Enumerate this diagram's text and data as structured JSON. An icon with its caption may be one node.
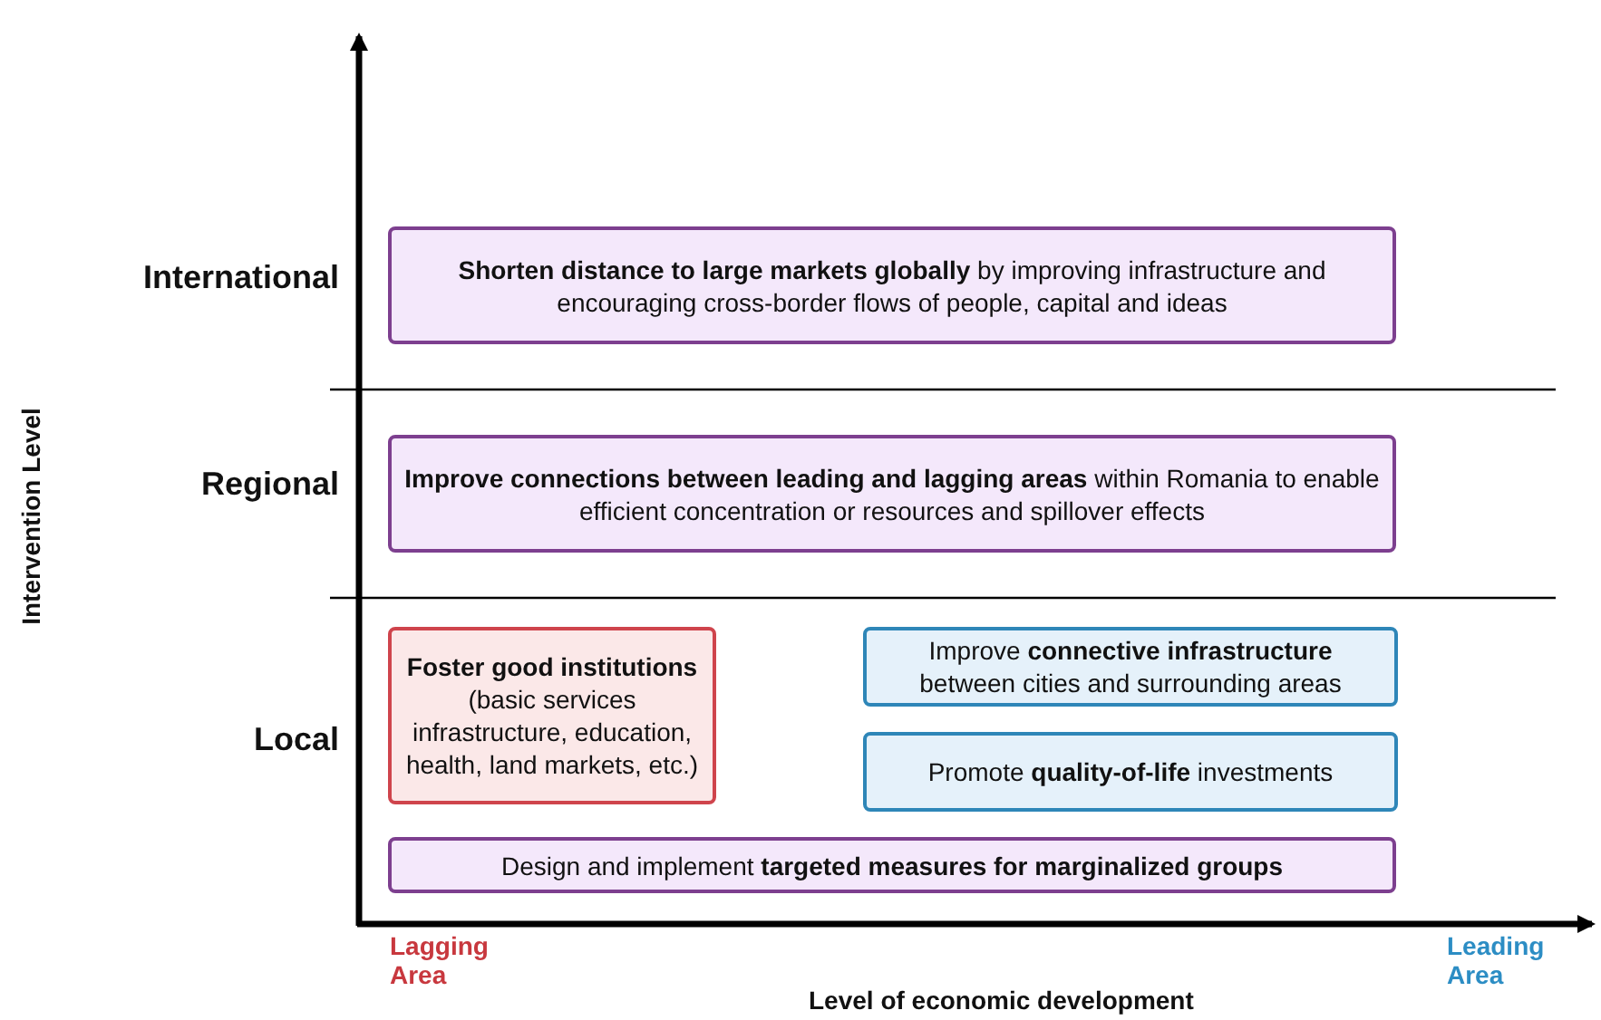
{
  "diagram": {
    "nodes": [
      {
        "text": [
          "**Shorten distance to large markets globally** by improving infrastructure and encouraging cross-border flows of people, capital and ideas"
        ]
      },
      {
        "text": [
          "**Improve connections between leading and lagging areas** within Romania to enable efficient concentration or resources and spillover effects"
        ]
      },
      {
        "text": [
          "Foster good institutions",
          "(basic services infrastructure, education, health, land markets, etc.)"
        ]
      },
      {
        "text": [
          "Improve **connective infrastructure** between cities and surrounding areas"
        ]
      },
      {
        "text": [
          "Promote **quality-of-life** investments"
        ]
      },
      {
        "text": [
          "Design and implement **targeted measures for marginalized groups**"
        ]
      }
    ],
    "edges": [],
    "labels": [
      "International",
      "Regional",
      "Intervention Level",
      "Local",
      "Lagging Area",
      "Leading Area",
      "Level of economic development"
    ]
  }
}
